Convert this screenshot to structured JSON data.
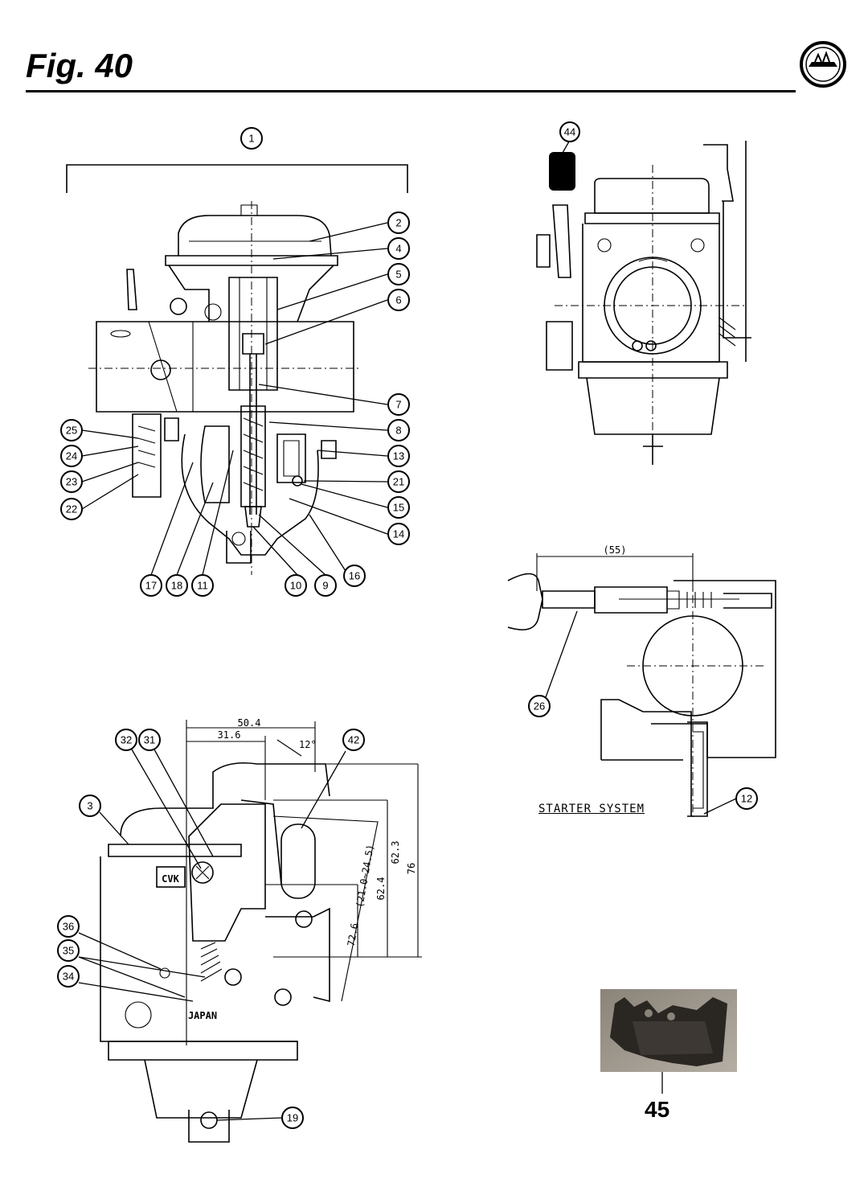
{
  "figure": {
    "title": "Fig. 40"
  },
  "labels": {
    "starter_system": "STARTER SYSTEM",
    "part45": "45",
    "carb_brand": "CVK",
    "maker_country": "JAPAN"
  },
  "dimensions": {
    "d55": "(55)",
    "d50_4": "50.4",
    "d31_6": "31.6",
    "d12deg": "12°",
    "d62_3": "62.3",
    "d76": "76",
    "d62_4": "62.4",
    "d72_6": "72.6",
    "d24_5": "(21.0~24.5)"
  },
  "callouts": {
    "c1": "1",
    "c2": "2",
    "c3": "3",
    "c4": "4",
    "c5": "5",
    "c6": "6",
    "c7": "7",
    "c8": "8",
    "c9": "9",
    "c10": "10",
    "c11": "11",
    "c12": "12",
    "c13": "13",
    "c14": "14",
    "c15": "15",
    "c16": "16",
    "c17": "17",
    "c18": "18",
    "c19": "19",
    "c21": "21",
    "c22": "22",
    "c23": "23",
    "c24": "24",
    "c25": "25",
    "c26": "26",
    "c31": "31",
    "c32": "32",
    "c34": "34",
    "c35": "35",
    "c36": "36",
    "c42": "42",
    "c44": "44"
  }
}
